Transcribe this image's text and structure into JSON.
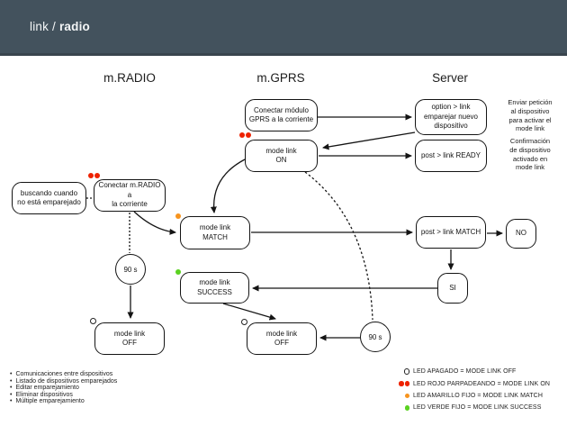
{
  "header": {
    "title_regular": "link /",
    "title_bold": "radio"
  },
  "columns": [
    {
      "label": "m.RADIO"
    },
    {
      "label": "m.GPRS"
    },
    {
      "label": "Server"
    }
  ],
  "nodes": {
    "gprs_power": "Conectar módulo\nGPRS a la corriente",
    "option_link": "option > link\nemparejar nuevo\ndispositivo",
    "mode_on": "mode link\nON",
    "post_ready": "post > link READY",
    "searching": "buscando cuando\nno está emparejado",
    "radio_power": "Conectar m.RADIO a\nla corriente",
    "mode_match": "mode link\nMATCH",
    "post_match": "post > link MATCH",
    "no": "NO",
    "si": "SI",
    "mode_success": "mode link\nSUCCESS",
    "off_left": "mode link\nOFF",
    "off_mid": "mode link\nOFF"
  },
  "timers": {
    "left": "90 s",
    "right": "90 s"
  },
  "notes": {
    "activate": "Enviar petición\nal dispositivo\npara activar el\nmode link",
    "confirm": "Confirmación\nde dispositivo\nactivado en\nmode link"
  },
  "features": [
    "Comunicaciones entre dispositivos",
    "Listado de dispositivos emparejados",
    "Editar emparejamiento",
    "Eliminar dispositivos",
    "Múltiple emparejamiento"
  ],
  "legend": [
    {
      "symbol": "led-off",
      "label": "LED APAGADO = MODE LINK OFF"
    },
    {
      "symbol": "led-red-blinking",
      "label": "LED ROJO PARPADEANDO = MODE LINK ON"
    },
    {
      "symbol": "led-orange-solid",
      "label": "LED AMARILLO FIJO = MODE LINK MATCH"
    },
    {
      "symbol": "led-green-solid",
      "label": "LED VERDE FIJO = MODE LINK SUCCESS"
    }
  ],
  "colors": {
    "header_bg": "#43525d",
    "led_red": "#ee2200",
    "led_orange": "#f7941e",
    "led_green": "#5bd221"
  }
}
